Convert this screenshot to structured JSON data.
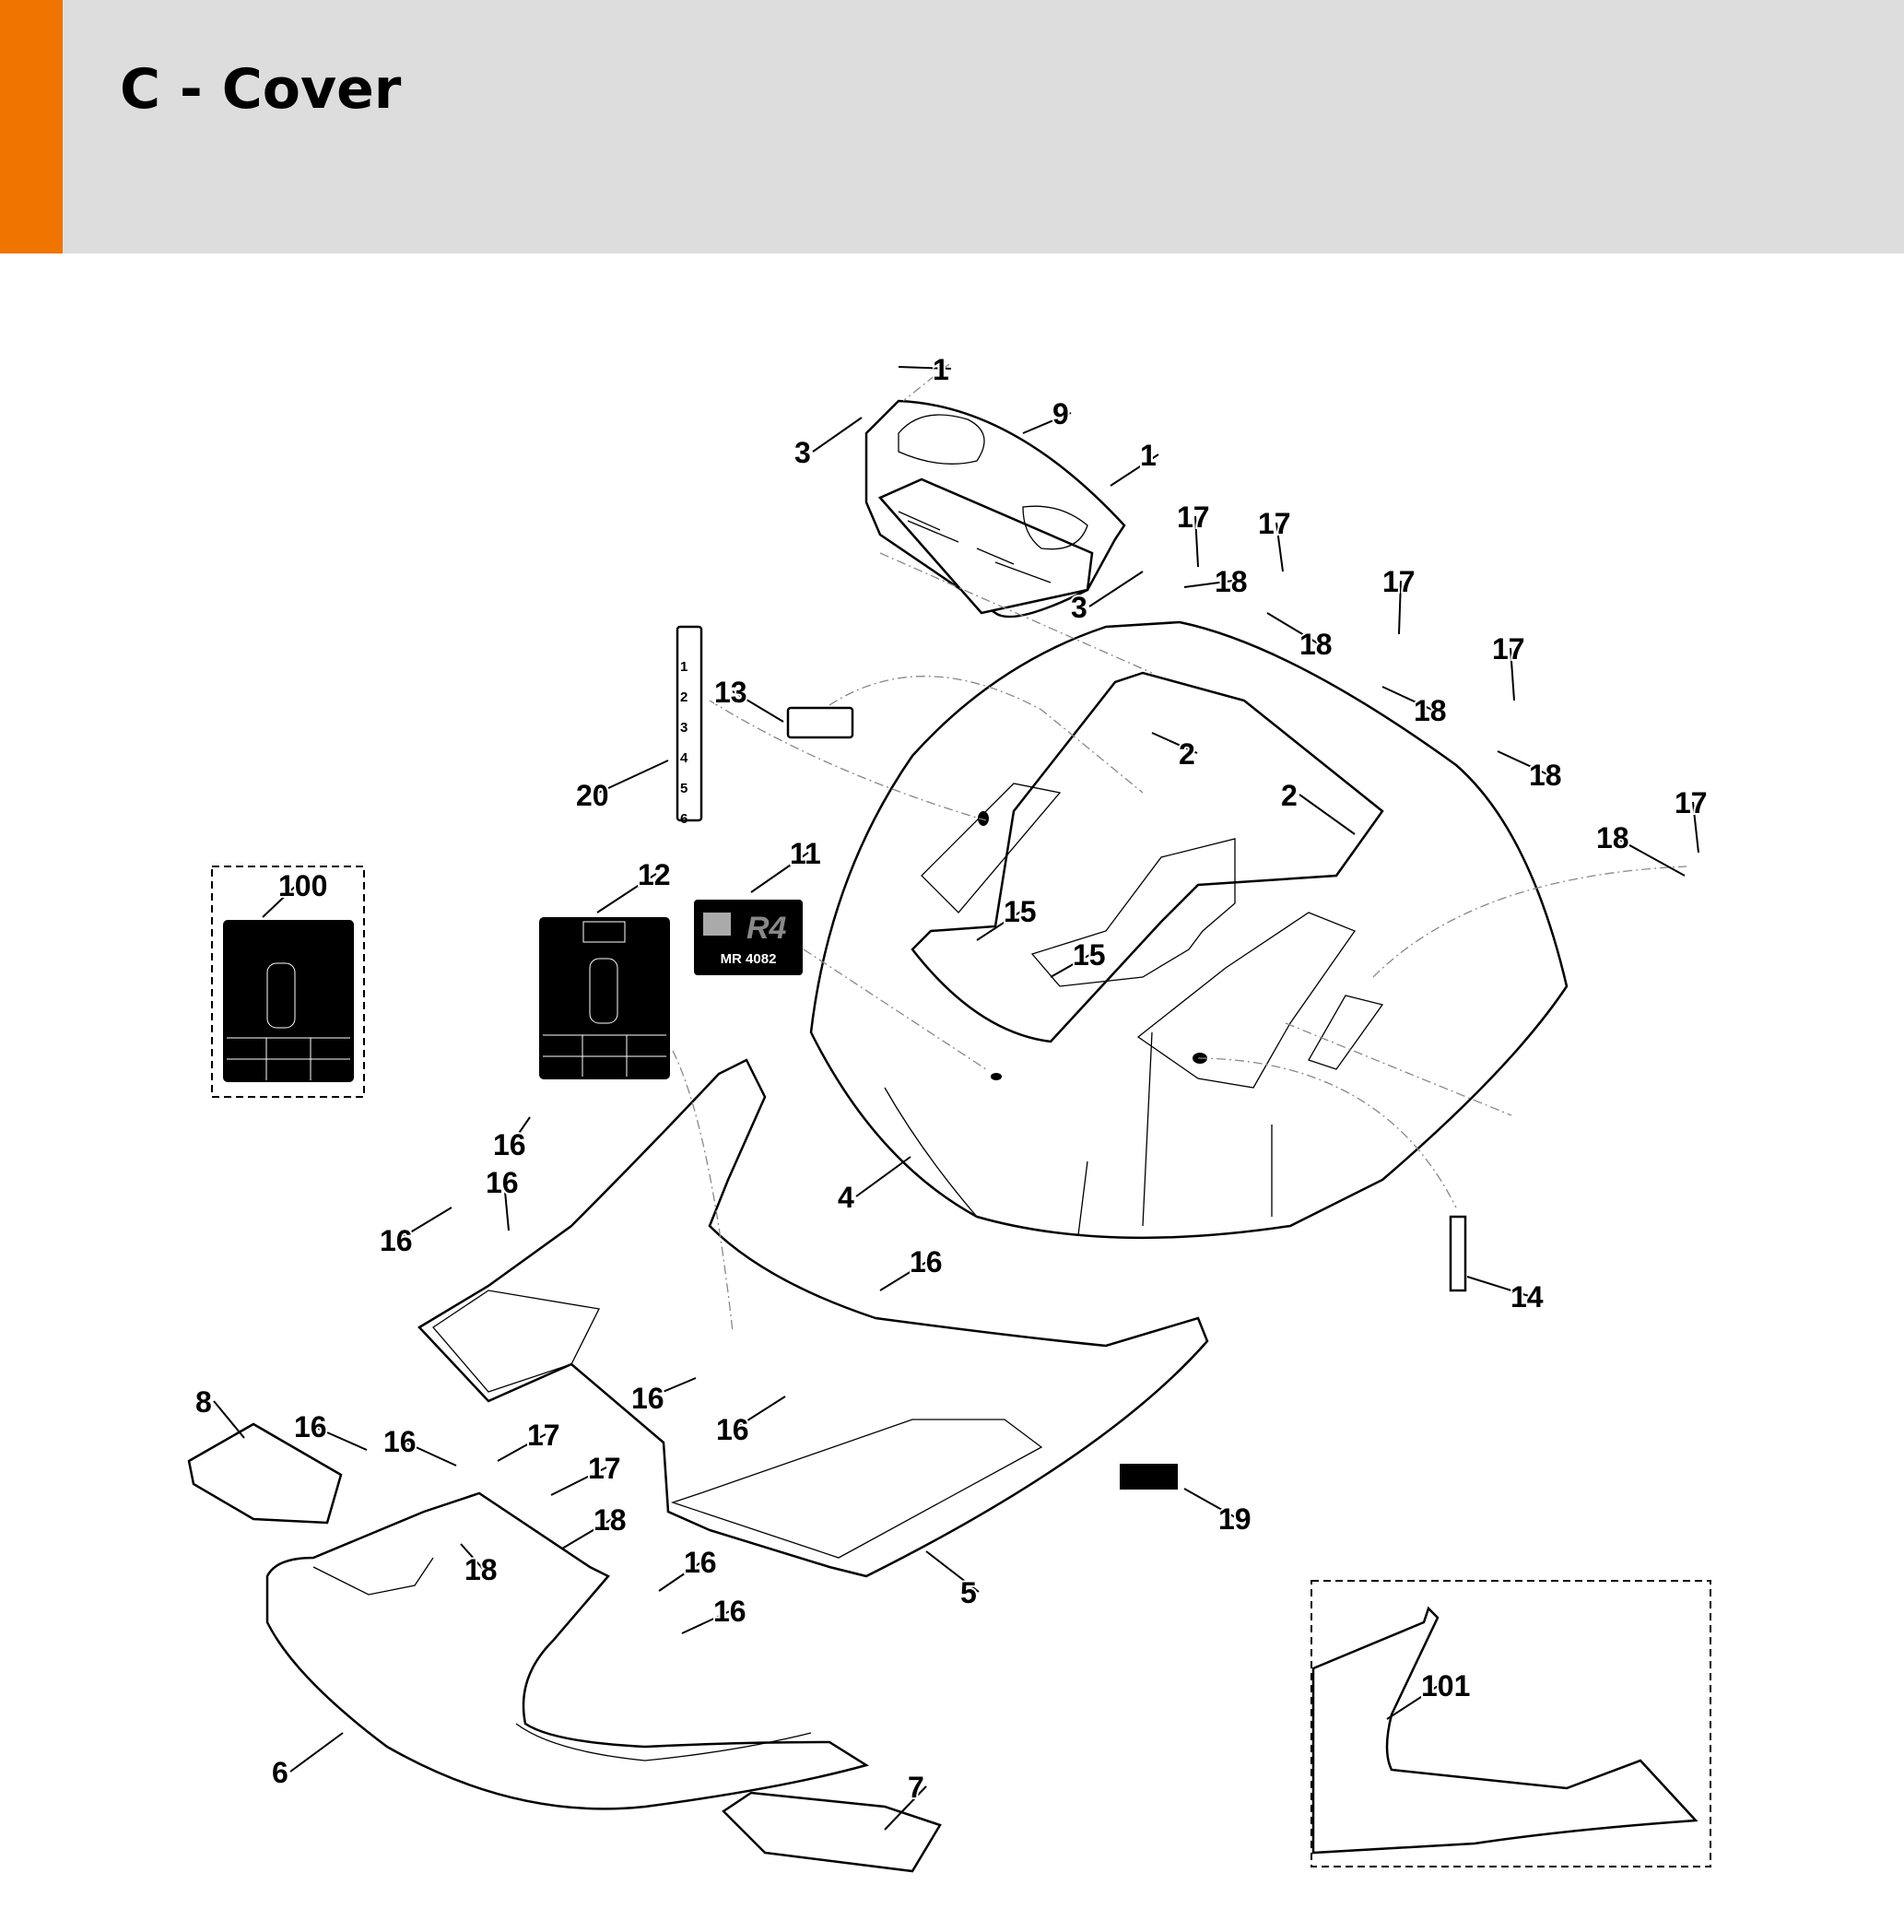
{
  "header": {
    "title": "C - Cover",
    "accent_color": "#f07400",
    "band_color": "#dcdddc"
  },
  "decals": {
    "model_badge": {
      "logo": "R4",
      "text": "MR 4082"
    },
    "height_scale": {
      "marks": [
        "1",
        "2",
        "3",
        "4",
        "5",
        "6"
      ]
    }
  },
  "callouts": [
    "1",
    "9",
    "3",
    "1",
    "17",
    "17",
    "18",
    "3",
    "17",
    "18",
    "17",
    "13",
    "18",
    "2",
    "18",
    "20",
    "2",
    "17",
    "18",
    "11",
    "12",
    "100",
    "15",
    "15",
    "16",
    "16",
    "4",
    "16",
    "16",
    "14",
    "8",
    "16",
    "16",
    "16",
    "17",
    "16",
    "17",
    "19",
    "18",
    "18",
    "16",
    "5",
    "16",
    "101",
    "6",
    "7"
  ]
}
